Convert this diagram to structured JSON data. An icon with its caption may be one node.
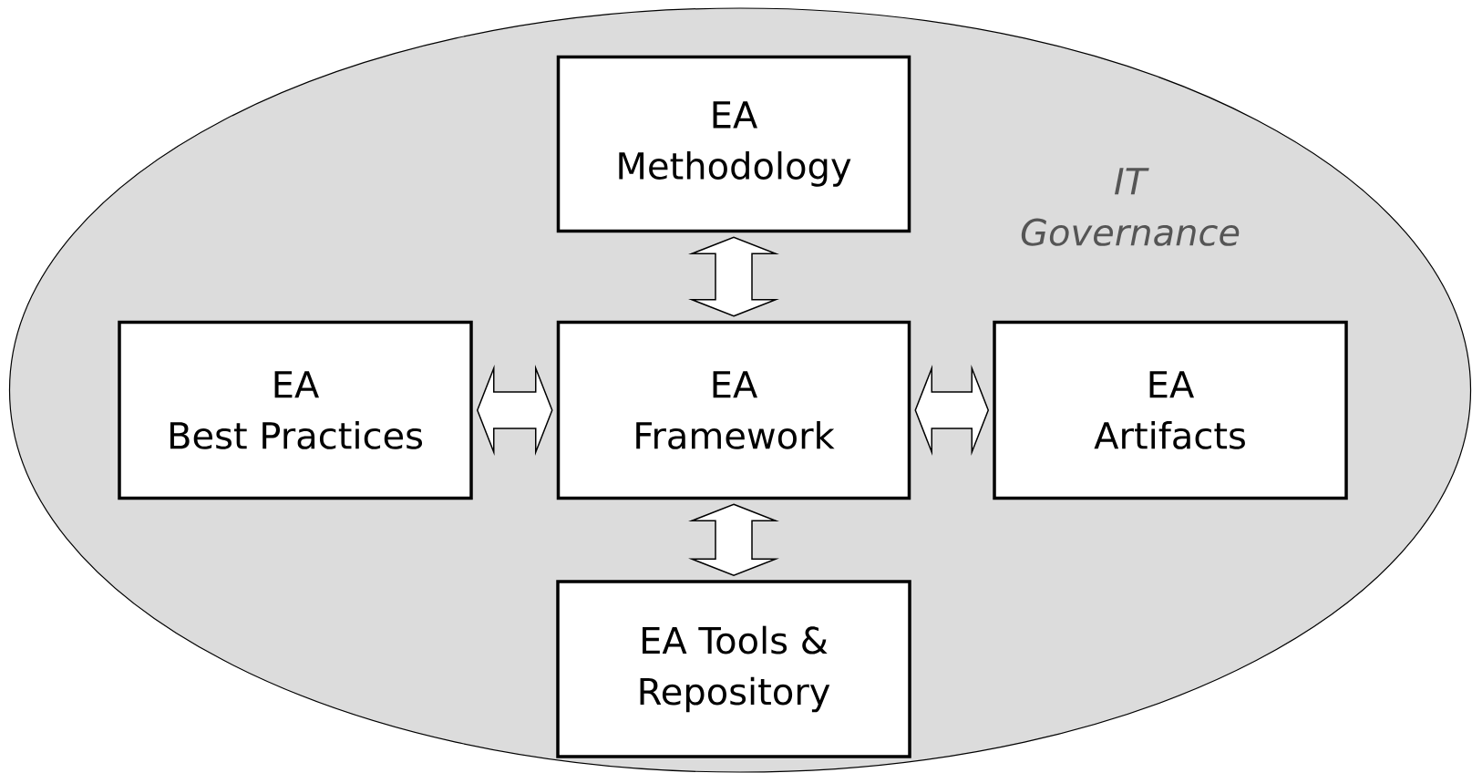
{
  "diagram": {
    "nodes": [
      {
        "text": [
          "IT Governance"
        ]
      },
      {
        "text": [
          "EA Methodology"
        ],
        "in": 0
      },
      {
        "text": [
          "EA Best Practices"
        ],
        "in": 0
      },
      {
        "text": [
          "EA Framework"
        ],
        "in": 0
      },
      {
        "text": [
          "EA Artifacts"
        ],
        "in": 0
      },
      {
        "text": [
          "EA Tools & Repository"
        ],
        "in": 0
      }
    ],
    "edges": [
      {
        "from": 3,
        "to": 1,
        "arrow": "both"
      },
      {
        "from": 3,
        "to": 2,
        "arrow": "both"
      },
      {
        "from": 3,
        "to": 4,
        "arrow": "both"
      },
      {
        "from": 3,
        "to": 5,
        "arrow": "both"
      }
    ]
  }
}
